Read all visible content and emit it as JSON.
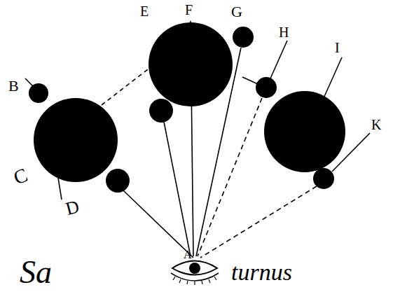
{
  "diagram": {
    "labels": [
      "B",
      "C",
      "D",
      "E",
      "F",
      "G",
      "H",
      "I",
      "K",
      "A",
      "Sa",
      "turnus"
    ]
  }
}
